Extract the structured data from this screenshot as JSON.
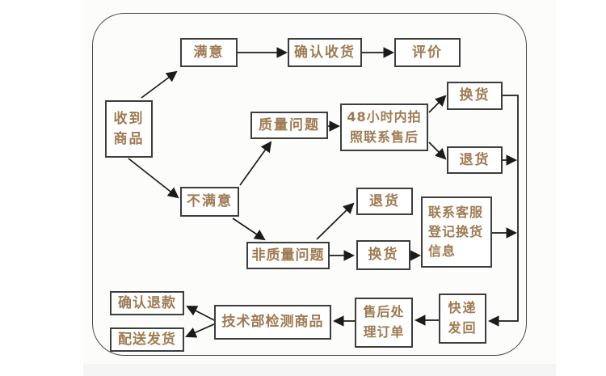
{
  "diagram": {
    "type": "flowchart",
    "language": "zh-CN",
    "nodes": {
      "receive": {
        "label": "收到\n商品"
      },
      "satisfied": {
        "label": "满意"
      },
      "confirm_receipt": {
        "label": "确认收货"
      },
      "evaluate": {
        "label": "评价"
      },
      "quality_problem": {
        "label": "质量问题"
      },
      "photo_48h": {
        "label": "48小时内拍\n照联系售后"
      },
      "exchange_top": {
        "label": "换货"
      },
      "return_top": {
        "label": "退货"
      },
      "unsatisfied": {
        "label": "不满意"
      },
      "non_quality": {
        "label": "非质量问题"
      },
      "return_mid": {
        "label": "退货"
      },
      "exchange_mid": {
        "label": "换货"
      },
      "contact_cs": {
        "label": "联系客服\n登记换货\n信息"
      },
      "express_back": {
        "label": "快递\n发回"
      },
      "after_sales": {
        "label": "售后处\n理订单"
      },
      "tech_check": {
        "label": "技术部检测商品"
      },
      "confirm_refund": {
        "label": "确认退款"
      },
      "delivery": {
        "label": "配送发货"
      }
    },
    "edges": [
      "收到商品→满意",
      "满意→确认收货",
      "确认收货→评价",
      "收到商品→不满意",
      "不满意→质量问题",
      "不满意→非质量问题",
      "质量问题→48小时内拍照联系售后",
      "48小时内拍照联系售后→换货",
      "48小时内拍照联系售后→退货",
      "换货→快递发回",
      "退货→快递发回",
      "非质量问题→退货",
      "非质量问题→换货",
      "换货→联系客服登记换货信息",
      "联系客服登记换货信息→快递发回",
      "快递发回→售后处理订单",
      "售后处理订单→技术部检测商品",
      "技术部检测商品→确认退款",
      "技术部检测商品→配送发货"
    ],
    "colors": {
      "text": "#9e7b51",
      "box_border": "#3d3d3d",
      "arrow": "#1b1b1b",
      "frame_border": "#4a4a4a",
      "background": "#ffffff"
    }
  }
}
